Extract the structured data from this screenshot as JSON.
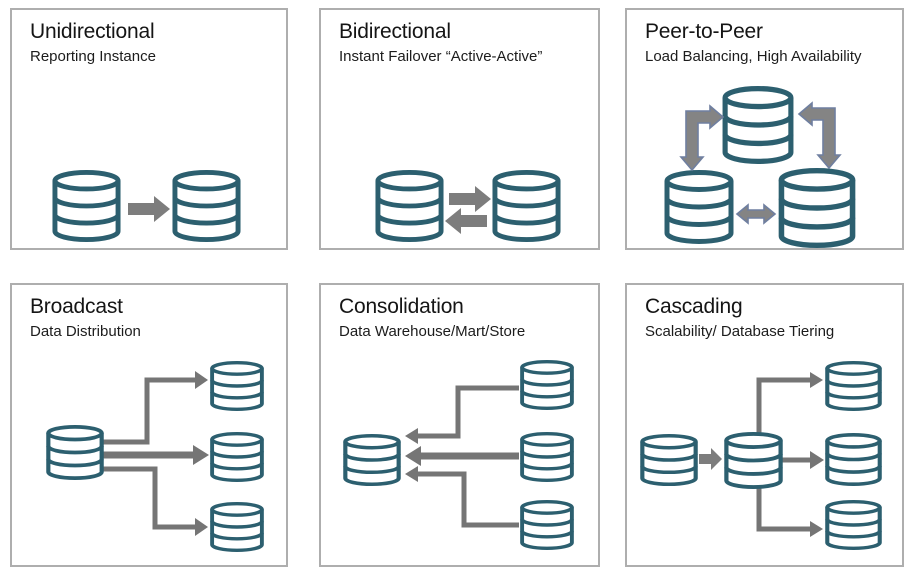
{
  "colors": {
    "database_outline": "#2c5f6f",
    "arrow_gray": "#7d7d7d",
    "peer_arrow_outline": "#6f7fa0",
    "panel_border": "#aeaeae",
    "text": "#151515",
    "background": "#ffffff"
  },
  "icons": {
    "database": "database-cylinder-icon",
    "flow_arrow": "block-arrow-icon"
  },
  "panels": [
    {
      "id": "unidirectional",
      "title": "Unidirectional",
      "subtitle": "Reporting Instance",
      "diagram": {
        "database_count": 2,
        "arrows": [
          {
            "icon": "arrow-right-icon",
            "from": "left-database",
            "to": "right-database"
          }
        ]
      }
    },
    {
      "id": "bidirectional",
      "title": "Bidirectional",
      "subtitle": "Instant Failover “Active-Active”",
      "diagram": {
        "database_count": 2,
        "arrows": [
          {
            "icon": "arrow-right-icon",
            "from": "left-database",
            "to": "right-database"
          },
          {
            "icon": "arrow-left-icon",
            "from": "right-database",
            "to": "left-database"
          }
        ]
      }
    },
    {
      "id": "peer-to-peer",
      "title": "Peer-to-Peer",
      "subtitle": "Load Balancing, High Availability",
      "diagram": {
        "database_count": 3,
        "arrows": [
          {
            "icon": "bent-double-arrow-icon",
            "from": "top-database",
            "to": "bottom-left-database"
          },
          {
            "icon": "bent-double-arrow-icon",
            "from": "top-database",
            "to": "bottom-right-database"
          },
          {
            "icon": "horizontal-double-arrow-icon",
            "from": "bottom-left-database",
            "to": "bottom-right-database"
          }
        ]
      }
    },
    {
      "id": "broadcast",
      "title": "Broadcast",
      "subtitle": "Data Distribution",
      "diagram": {
        "database_count": 4,
        "arrows": [
          {
            "icon": "elbow-arrow-up-icon",
            "from": "source-database",
            "to": "top-right-database"
          },
          {
            "icon": "arrow-right-icon",
            "from": "source-database",
            "to": "middle-right-database"
          },
          {
            "icon": "elbow-arrow-down-icon",
            "from": "source-database",
            "to": "bottom-right-database"
          }
        ]
      }
    },
    {
      "id": "consolidation",
      "title": "Consolidation",
      "subtitle": "Data Warehouse/Mart/Store",
      "diagram": {
        "database_count": 4,
        "arrows": [
          {
            "icon": "elbow-arrow-left-icon",
            "from": "top-right-database",
            "to": "target-database"
          },
          {
            "icon": "arrow-left-icon",
            "from": "middle-right-database",
            "to": "target-database"
          },
          {
            "icon": "elbow-arrow-left-icon",
            "from": "bottom-right-database",
            "to": "target-database"
          }
        ]
      }
    },
    {
      "id": "cascading",
      "title": "Cascading",
      "subtitle": "Scalability/ Database Tiering",
      "diagram": {
        "database_count": 5,
        "arrows": [
          {
            "icon": "arrow-right-icon",
            "from": "left-database",
            "to": "middle-database"
          },
          {
            "icon": "elbow-arrow-up-icon",
            "from": "middle-database",
            "to": "top-right-database"
          },
          {
            "icon": "arrow-right-icon",
            "from": "middle-database",
            "to": "middle-right-database"
          },
          {
            "icon": "elbow-arrow-down-icon",
            "from": "middle-database",
            "to": "bottom-right-database"
          }
        ]
      }
    }
  ]
}
